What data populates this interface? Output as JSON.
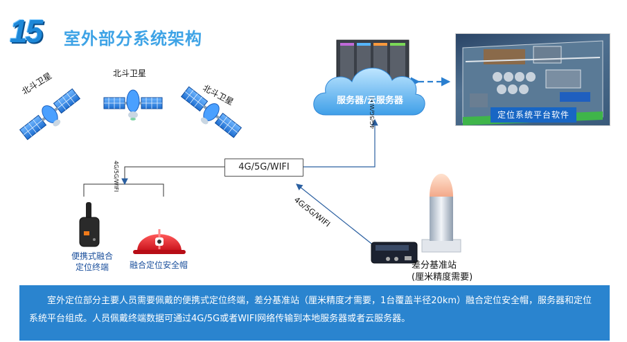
{
  "header": {
    "number": "15",
    "title": "室外部分系统架构"
  },
  "satellites": [
    {
      "label": "北斗卫星"
    },
    {
      "label": "北斗卫星"
    },
    {
      "label": "北斗卫星"
    }
  ],
  "network": {
    "main_link": "4G/5G/WIFI",
    "station_link": "4G/5G/WIFI",
    "left_vertical": "4G/5G/WIFI",
    "server_vertical": "4G/5G/WIFI"
  },
  "server": {
    "label": "服务器/云服务器"
  },
  "platform": {
    "label": "定位系统平台软件"
  },
  "devices": {
    "terminal": "便携式融合\n定位终端",
    "helmet": "融合定位安全帽"
  },
  "station": {
    "line1": "差分基准站",
    "line2": "(厘米精度需要)"
  },
  "footer": {
    "text": "室外定位部分主要人员需要佩戴的便携式定位终端，差分基准站（厘米精度才需要，1台覆盖半径20km）融合定位安全帽，服务器和定位系统平台组成。人员佩戴终端数据可通过4G/5G或者WIFI网络传输到本地服务器或者云服务器。"
  },
  "colors": {
    "accent": "#3ea3e6",
    "footer_bg": "#2a84cf",
    "arrow": "#2a7fd0",
    "platform_label_bg": "#1866c4"
  }
}
